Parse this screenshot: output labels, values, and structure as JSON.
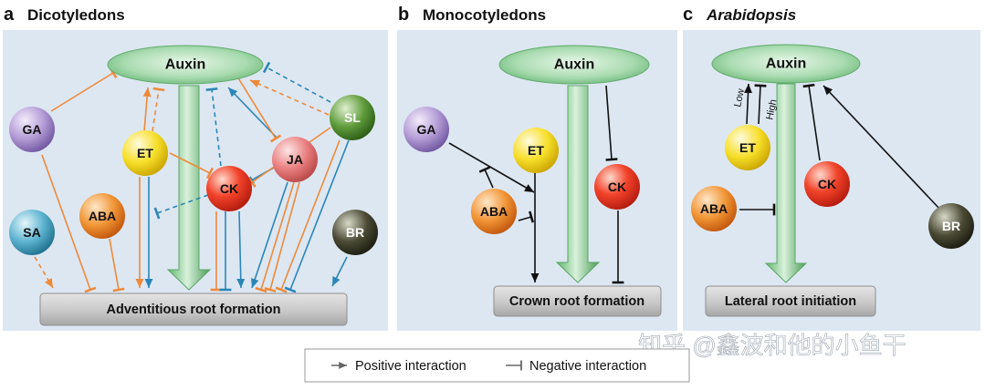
{
  "panels": {
    "a": {
      "letter": "a",
      "title": "Dicotyledons",
      "auxin": "Auxin",
      "outcome": "Adventitious root formation",
      "nodes": {
        "ga": "GA",
        "sa": "SA",
        "et": "ET",
        "aba": "ABA",
        "ck": "CK",
        "ja": "JA",
        "sl": "SL",
        "br": "BR"
      }
    },
    "b": {
      "letter": "b",
      "title": "Monocotyledons",
      "auxin": "Auxin",
      "outcome": "Crown root formation",
      "nodes": {
        "ga": "GA",
        "et": "ET",
        "aba": "ABA",
        "ck": "CK"
      }
    },
    "c": {
      "letter": "c",
      "title": "Arabidopsis",
      "auxin": "Auxin",
      "outcome": "Lateral root initiation",
      "nodes": {
        "et": "ET",
        "aba": "ABA",
        "ck": "CK",
        "br": "BR"
      },
      "et_auxin_labels": {
        "low": "Low",
        "high": "High"
      }
    }
  },
  "legend": {
    "positive": "Positive interaction",
    "negative": "Negative interaction",
    "positive_symbol": "→",
    "negative_symbol": "⊣"
  },
  "watermark": "知乎 @鑫波和他的小鱼干",
  "colors": {
    "panel_bg": "#dde7f2",
    "orange": "#ee8a3a",
    "blue": "#2b86b8",
    "black": "#111111"
  }
}
